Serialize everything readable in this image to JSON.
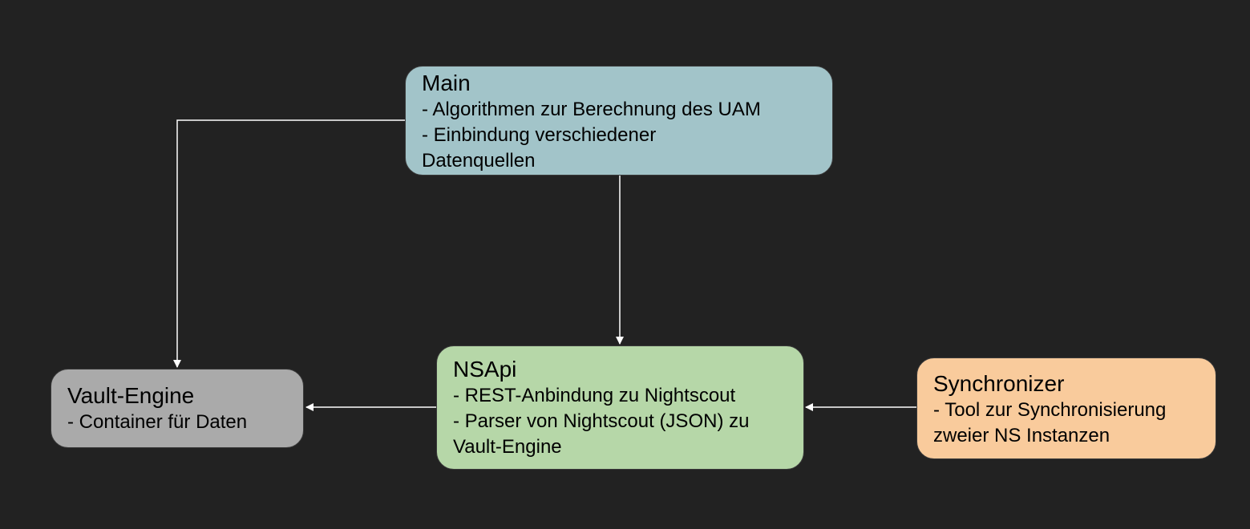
{
  "colors": {
    "background": "#222222",
    "edge": "#ffffff",
    "main": "#a2c4c9",
    "nsapi": "#b6d7a8",
    "vault": "#aaaaaa",
    "sync": "#f9cb9c"
  },
  "nodes": {
    "main": {
      "title": "Main",
      "lines": [
        "- Algorithmen zur Berechnung des UAM",
        "- Einbindung verschiedener",
        "Datenquellen"
      ]
    },
    "nsapi": {
      "title": "NSApi",
      "lines": [
        "- REST-Anbindung zu Nightscout",
        "- Parser von Nightscout (JSON) zu",
        "Vault-Engine"
      ]
    },
    "vault": {
      "title": "Vault-Engine",
      "lines": [
        "- Container für Daten"
      ]
    },
    "sync": {
      "title": "Synchronizer",
      "lines": [
        "- Tool zur Synchronisierung",
        "zweier NS Instanzen"
      ]
    }
  },
  "edges": [
    {
      "from": "main",
      "to": "vault"
    },
    {
      "from": "main",
      "to": "nsapi"
    },
    {
      "from": "nsapi",
      "to": "vault"
    },
    {
      "from": "sync",
      "to": "nsapi"
    }
  ]
}
